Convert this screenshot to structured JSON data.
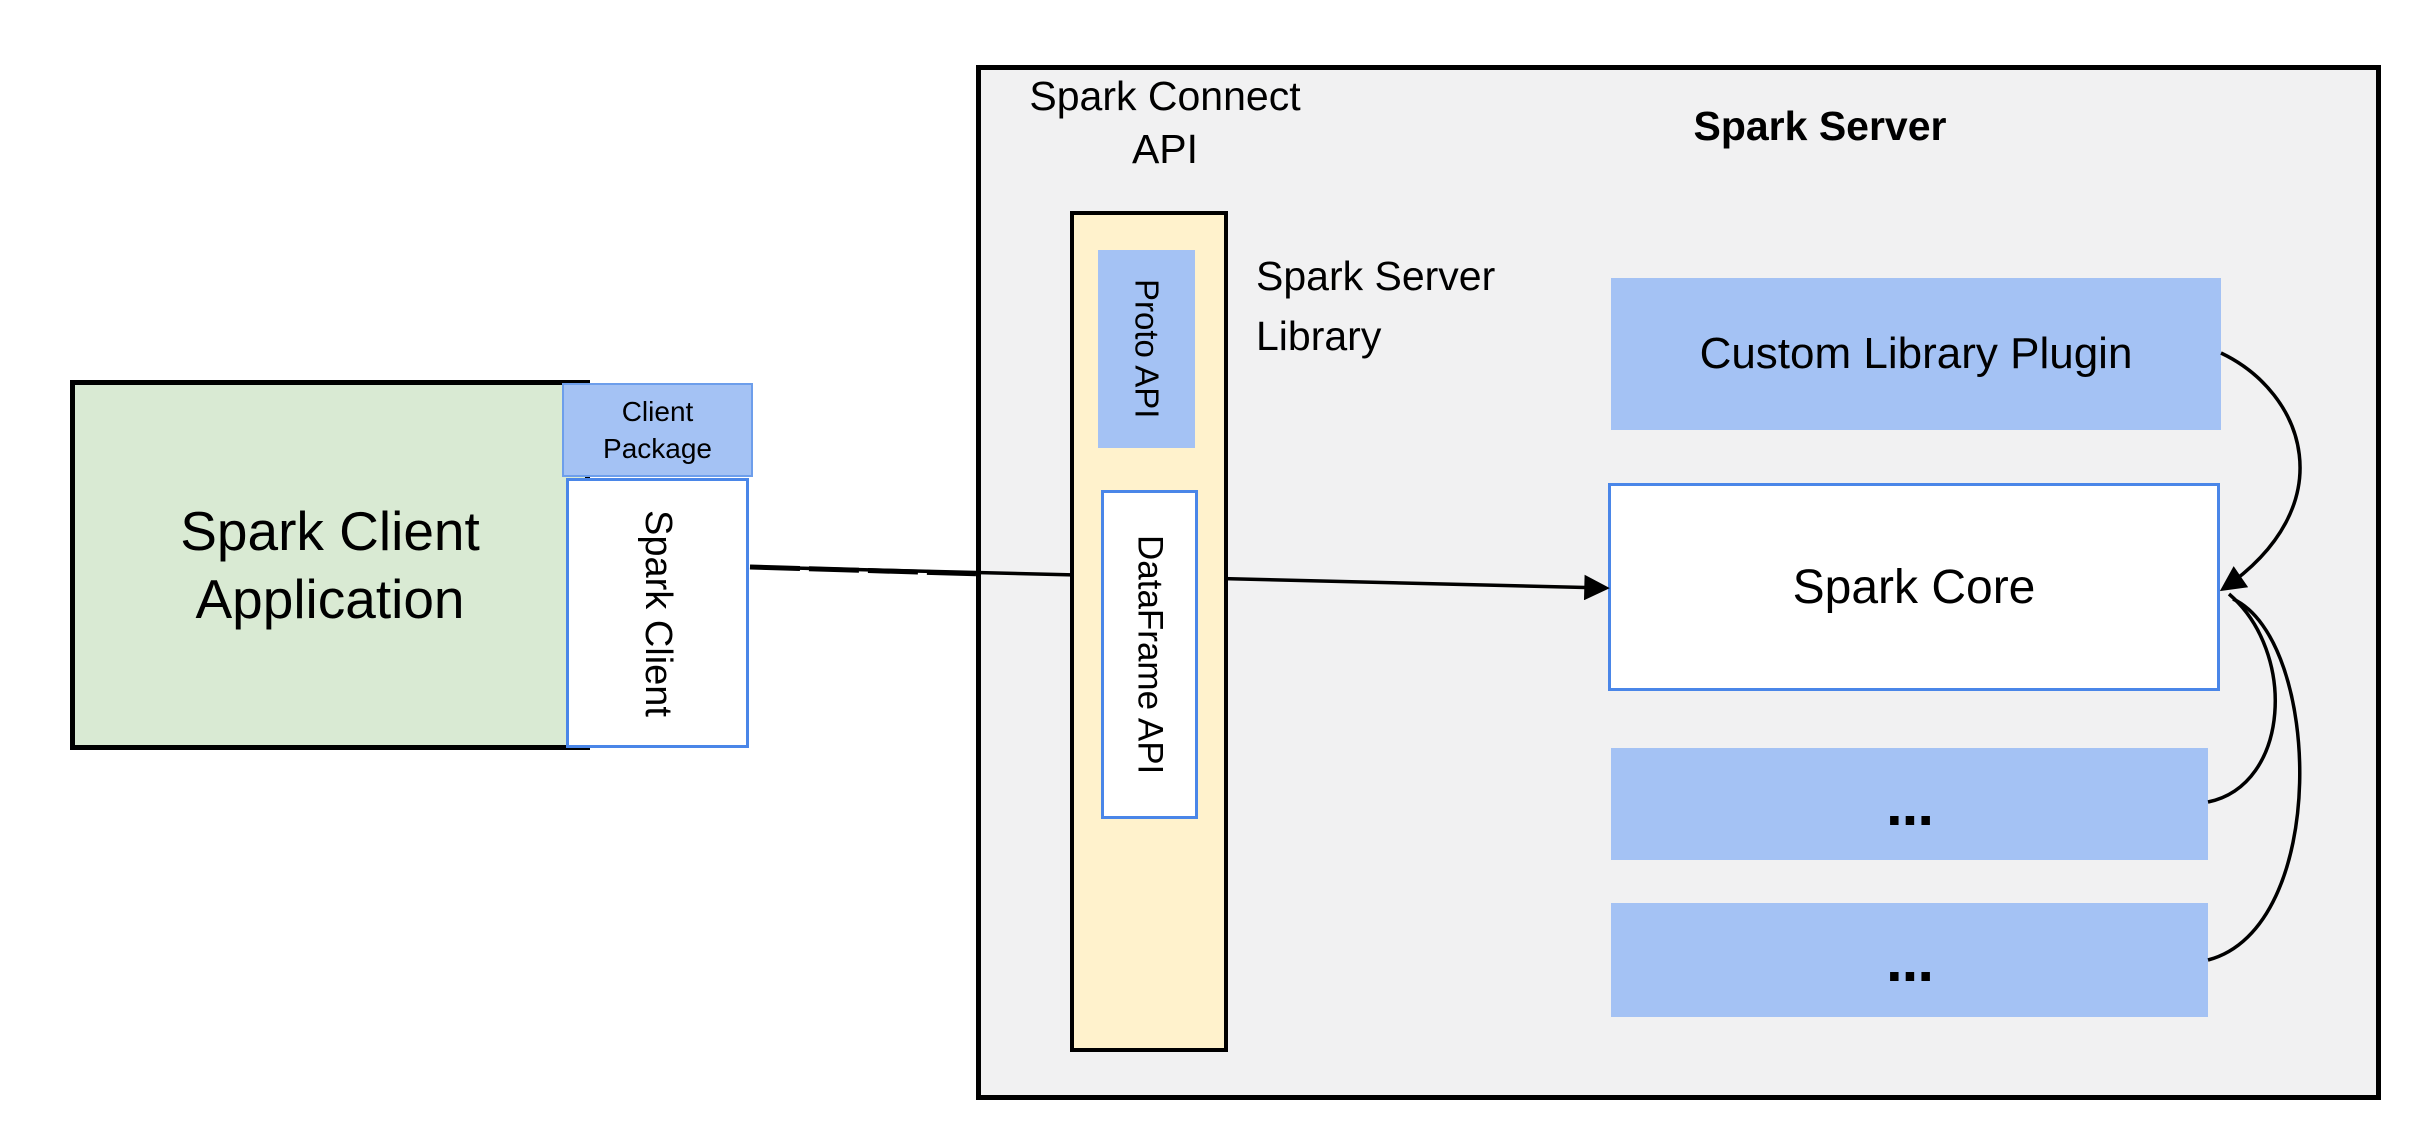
{
  "client": {
    "app_label": "Spark Client Application",
    "package_label": "Client Package",
    "client_label": "Spark Client"
  },
  "server": {
    "container_label": "Spark Server",
    "connect_api_label": "Spark Connect API",
    "library_label": "Spark Server Library",
    "proto_api_label": "Proto API",
    "dataframe_api_label": "DataFrame API",
    "plugin_label": "Custom Library Plugin",
    "core_label": "Spark Core",
    "ellipsis_1": "...",
    "ellipsis_2": "..."
  },
  "colors": {
    "blue_fill": "#a4c2f4",
    "green_fill": "#d9ead3",
    "yellow_fill": "#fff2cc",
    "gray_fill": "#f1f1f2",
    "blue_border": "#4a86e8",
    "light_blue_border": "#6d9eeb",
    "line": "#000000"
  }
}
